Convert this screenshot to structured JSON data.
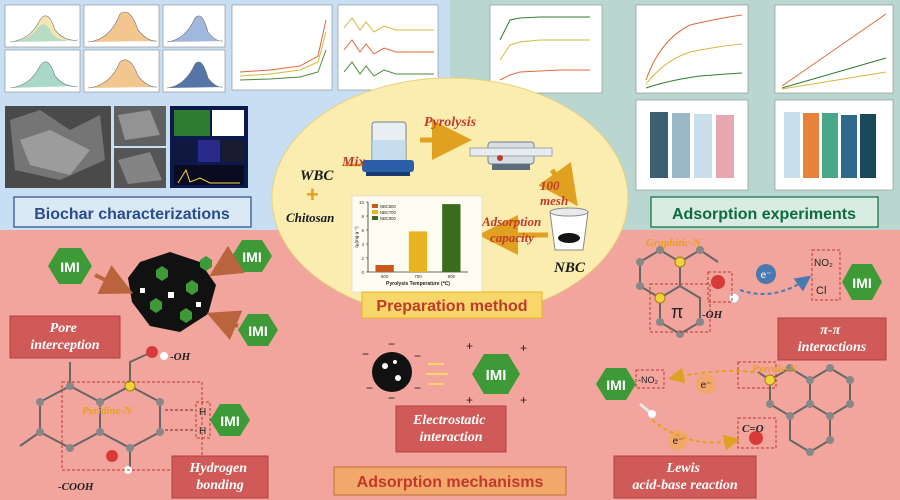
{
  "colors": {
    "top_left_bg": "#c8def2",
    "top_right_bg": "#b9d7d0",
    "bottom_bg": "#f2a59c",
    "center_ellipse": "#fbedb0",
    "hexagon_green": "#3d9a36",
    "arrow_brown": "#b9643c",
    "box_red": "#cf5a58",
    "panel_label_blue": "#2a4d8c",
    "panel_label_green": "#0d6b3e"
  },
  "panels": {
    "biochar": "Biochar characterizations",
    "adsorption_experiments": "Adsorption experiments",
    "preparation": "Preparation method",
    "mechanisms": "Adsorption mechanisms"
  },
  "flow": {
    "wbc": "WBC",
    "plus": "+",
    "chitosan": "Chitosan",
    "mix": "Mix",
    "pyrolysis": "Pyrolysis",
    "mesh": "100\nmesh",
    "nbc": "NBC",
    "adsorption_capacity": "Adsorption\ncapacity"
  },
  "mechanisms": {
    "pore": "Pore\ninterception",
    "hydrogen": "Hydrogen\nbonding",
    "electrostatic": "Electrostatic\ninteraction",
    "pi_pi": "π-π\ninteractions",
    "lewis": "Lewis\nacid-base  reaction"
  },
  "imi": "IMI",
  "chem": {
    "graphitic_n": "Graphitic-N",
    "pyridine_n": "Pyridine-N",
    "pyrrole_n": "Pyrrole-N",
    "oh": "-OH",
    "cooh": "-COOH",
    "pi": "π",
    "no2": "NO₂",
    "cl": "Cl",
    "e": "e⁻",
    "h": "H",
    "co": "C=O",
    "no2_short": "-NO₂"
  },
  "chart_data": {
    "type": "bar",
    "categories": [
      "500",
      "700",
      "900"
    ],
    "values": [
      1.0,
      5.8,
      9.7
    ],
    "colors": [
      "#c8591e",
      "#e8b520",
      "#3a6b1e"
    ],
    "legend": [
      "NBC500",
      "NBC700",
      "NBC900"
    ],
    "legend_position": "top-left",
    "xlabel": "Pyrolysis Temperature (℃)",
    "ylabel": "qₑ(mg·g⁻¹)",
    "ylim": [
      0,
      10
    ],
    "yticks": [
      0,
      2,
      4,
      6,
      8,
      10
    ]
  }
}
